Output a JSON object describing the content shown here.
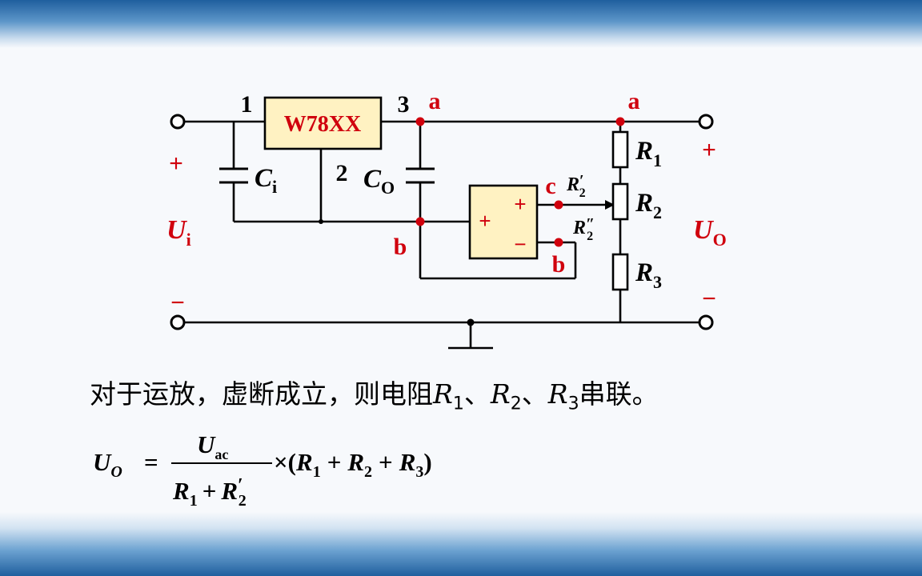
{
  "regulator": {
    "label": "W78XX",
    "pin1": "1",
    "pin2": "2",
    "pin3": "3"
  },
  "nodes": {
    "a_left": "a",
    "a_right": "a",
    "b_left": "b",
    "b_right": "b",
    "c": "c"
  },
  "components": {
    "ci": "C",
    "ci_sub": "i",
    "co": "C",
    "co_sub": "O",
    "r1": "R",
    "r1_sub": "1",
    "r2": "R",
    "r2_sub": "2",
    "r3": "R",
    "r3_sub": "3",
    "r2p": "R",
    "r2p_sup": "′",
    "r2p_sub": "2",
    "r2pp": "R",
    "r2pp_sup": "″",
    "r2pp_sub": "2"
  },
  "opamp": {
    "in_plus": "+",
    "out_plus": "+",
    "out_minus": "−"
  },
  "input": {
    "plus": "+",
    "minus": "−",
    "label": "U",
    "sub": "i"
  },
  "output": {
    "plus": "+",
    "minus": "−",
    "label": "U",
    "sub": "O"
  },
  "sentence": {
    "part1": "对于运放，虚断成立，则电阻",
    "r": "R",
    "s1": "1",
    "sep1": "、",
    "s2": "2",
    "sep2": "、",
    "s3": "3",
    "part2": "串联。"
  },
  "formula": {
    "lhs": "U",
    "lhs_sub": "O",
    "eq": "=",
    "num": "U",
    "num_sub": "ac",
    "den_r1": "R",
    "den_r1_sub": "1",
    "den_plus": "+",
    "den_r2": "R",
    "den_r2_sup": "′",
    "den_r2_sub": "2",
    "times": "×(",
    "rhs_r1": "R",
    "rhs_r1_sub": "1",
    "plus1": "+",
    "rhs_r2": "R",
    "rhs_r2_sub": "2",
    "plus2": "+",
    "rhs_r3": "R",
    "rhs_r3_sub": "3",
    "close": ")"
  },
  "colors": {
    "wire": "#000000",
    "node": "#d0000d",
    "label_red": "#d0000d",
    "box_fill": "#fff2c2",
    "regulator_text": "#d0000d"
  }
}
